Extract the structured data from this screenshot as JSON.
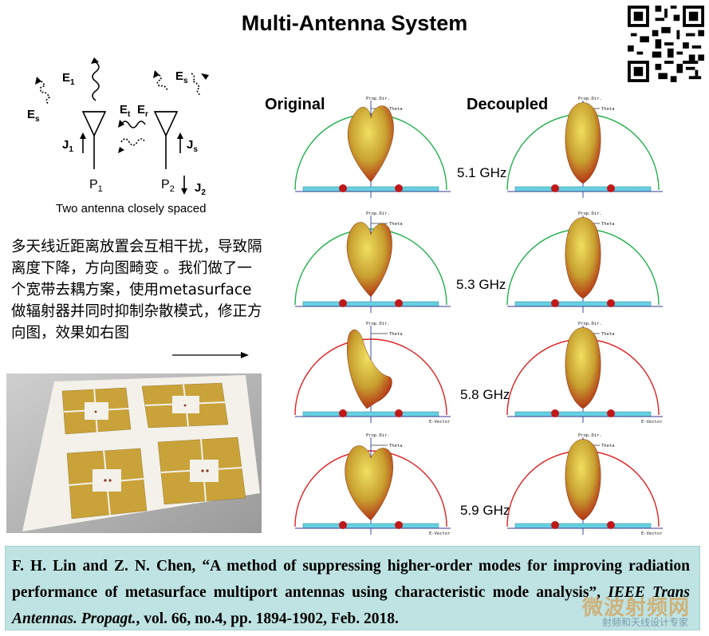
{
  "title": "Multi-Antenna System",
  "columns": {
    "original": "Original",
    "decoupled": "Decoupled"
  },
  "frequencies": [
    "5.1 GHz",
    "5.3 GHz",
    "5.8 GHz",
    "5.9 GHz"
  ],
  "diagram": {
    "caption": "Two antenna closely spaced",
    "labels": {
      "e1": "E",
      "e1_sub": "1",
      "es_left": "E",
      "es_left_sub": "s",
      "es_right": "E",
      "es_right_sub": "s",
      "et": "E",
      "et_sub": "t",
      "er": "E",
      "er_sub": "r",
      "j1": "J",
      "j1_sub": "1",
      "js": "J",
      "js_sub": "s",
      "j2": "J",
      "j2_sub": "2",
      "p1": "P",
      "p1_sub": "1",
      "p2": "P",
      "p2_sub": "2"
    }
  },
  "description_cn": "多天线近距离放置会互相干扰，导致隔离度下降，方向图畸变 。我们做了一个宽带去耦方案，使用metasurface做辐射器并同时抑制杂散模式，修正方向图，效果如右图",
  "plot_labels": {
    "prop_dir": "Prop.Dir.",
    "theta": "Theta",
    "e_vector": "E-Vector"
  },
  "reference": {
    "authors": "F. H. Lin and Z. N. Chen, “A method of suppressing higher-order modes for improving radiation performance of metasurface multiport antennas using characteristic mode analysis”, ",
    "journal": "IEEE Trans Antennas. Propagt.",
    "details": ", vol. 66, no.4, pp. 1894-1902, Feb. 2018."
  },
  "watermark": {
    "main": "微波射频网",
    "sub": "射频和天线设计专家"
  },
  "colors": {
    "ref_bg": "#bfe3e3",
    "arc_green": "#22b14c",
    "arc_red": "#e02020",
    "board_gold": "#c9a23a"
  }
}
